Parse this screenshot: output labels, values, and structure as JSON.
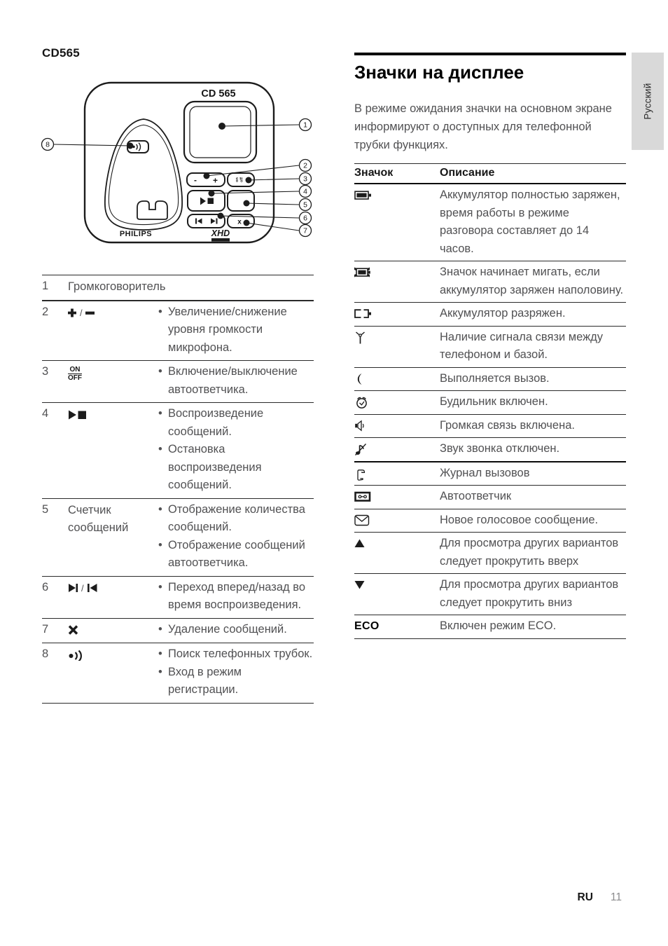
{
  "left_column": {
    "model_title": "CD565",
    "diagram": {
      "device_label": "CD 565",
      "brand": "PHILIPS",
      "logo": "XHD",
      "volume_minus": "-",
      "volume_plus": "+",
      "onoff_top": "on",
      "onoff_bottom": "off",
      "delete_key_label": "x",
      "callouts": [
        "1",
        "2",
        "3",
        "4",
        "5",
        "6",
        "7",
        "8"
      ]
    },
    "parts_table": {
      "rows": [
        {
          "num": "1",
          "icon": null,
          "label": "Громкоговоритель",
          "bullets": []
        },
        {
          "num": "2",
          "icon": "volume-keys",
          "label": "",
          "bullets": [
            "Увеличение/снижение уровня громкости микрофона."
          ]
        },
        {
          "num": "3",
          "icon": "on-off-switch",
          "on": "ON",
          "off": "OFF",
          "label": "",
          "bullets": [
            "Включение/выключение автоответчика."
          ]
        },
        {
          "num": "4",
          "icon": "play-stop",
          "label": "",
          "bullets": [
            "Воспроизведение сообщений.",
            "Остановка воспроизведения сообщений."
          ]
        },
        {
          "num": "5",
          "icon": null,
          "label": "Счетчик сообщений",
          "bullets": [
            "Отображение количества сообщений.",
            "Отображение сообщений автоответчика."
          ]
        },
        {
          "num": "6",
          "icon": "skip-forward-back",
          "label": "",
          "bullets": [
            "Переход вперед/назад во время воспроизведения."
          ]
        },
        {
          "num": "7",
          "icon": "delete-x",
          "label": "",
          "bullets": [
            "Удаление сообщений."
          ]
        },
        {
          "num": "8",
          "icon": "paging",
          "label": "",
          "bullets": [
            "Поиск телефонных трубок.",
            "Вход в режим регистрации."
          ]
        }
      ]
    }
  },
  "right_column": {
    "section_title": "Значки на дисплее",
    "intro": "В режиме ожидания значки на основном экране информируют о доступных для телефонной трубки функциях.",
    "icons_table": {
      "col_icon": "Значок",
      "col_desc": "Описание",
      "rows": [
        {
          "icon": "battery-full",
          "desc": "Аккумулятор полностью заряжен, время работы в режиме разговора составляет до 14 часов."
        },
        {
          "icon": "battery-half-blinking",
          "desc": "Значок начинает мигать, если аккумулятор заряжен наполовину."
        },
        {
          "icon": "battery-empty",
          "desc": "Аккумулятор разряжен."
        },
        {
          "icon": "signal-antenna",
          "desc": "Наличие сигнала связи между телефоном и базой."
        },
        {
          "icon": "call-in-progress",
          "desc": "Выполняется вызов."
        },
        {
          "icon": "alarm-clock",
          "desc": "Будильник включен."
        },
        {
          "icon": "speakerphone",
          "desc": "Громкая связь включена."
        },
        {
          "icon": "ringer-off",
          "desc": "Звук звонка отключен.",
          "thick_divider_below": true
        },
        {
          "icon": "call-log",
          "desc": "Журнал вызовов"
        },
        {
          "icon": "answering-machine",
          "desc": "Автоответчик"
        },
        {
          "icon": "new-voicemail",
          "desc": "Новое голосовое сообщение."
        },
        {
          "icon": "scroll-up-arrow",
          "desc": "Для просмотра других вариантов следует прокрутить вверх"
        },
        {
          "icon": "scroll-down-arrow",
          "desc": "Для просмотра других вариантов следует прокрутить вниз"
        },
        {
          "icon": "eco-label",
          "icon_text": "ECO",
          "desc": "Включен режим ECO."
        }
      ]
    }
  },
  "sidebar_tab": {
    "label": "Русский",
    "bg": "#d9d9d9"
  },
  "footer": {
    "lang": "RU",
    "page": "11"
  }
}
